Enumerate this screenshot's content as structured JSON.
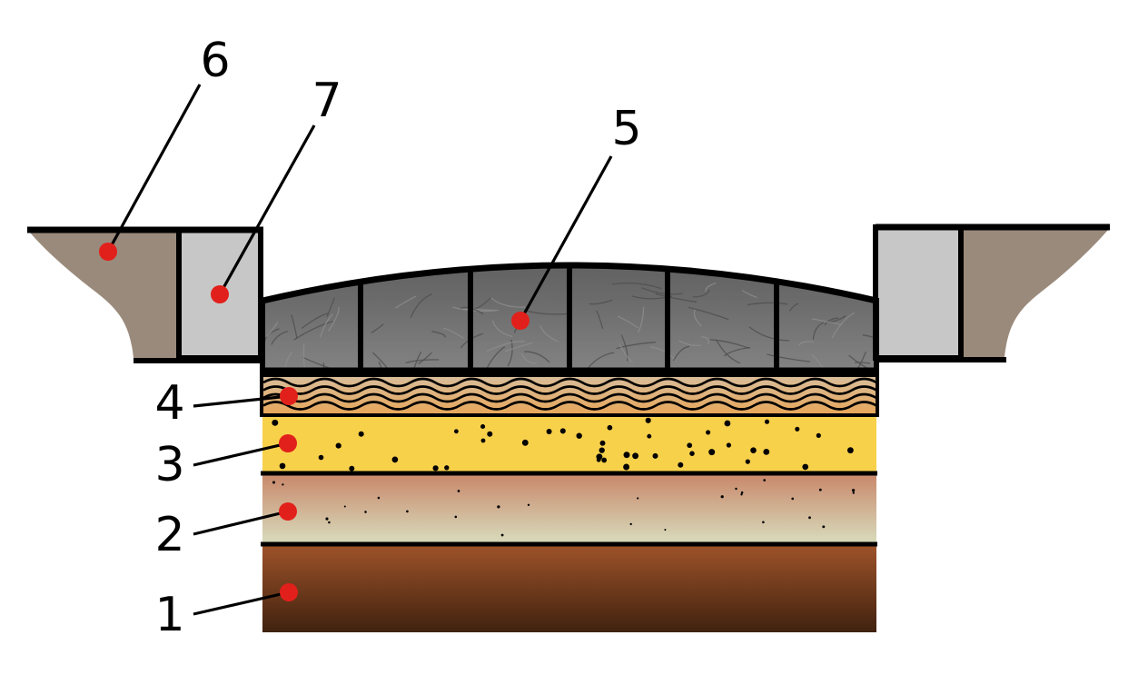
{
  "diagram": {
    "callouts": [
      {
        "number": "1"
      },
      {
        "number": "2"
      },
      {
        "number": "3"
      },
      {
        "number": "4"
      },
      {
        "number": "5"
      },
      {
        "number": "6"
      },
      {
        "number": "7"
      }
    ]
  },
  "colors": {
    "outline": "#000000",
    "marker_red": "#e2201b",
    "curb_stone": "#9a8a7b",
    "curb_block": "#c7c7c7",
    "paving_top": "#5a5a5a",
    "paving_bottom": "#828282",
    "scratch_dark": "#4f4f4f",
    "scratch_light": "#8d8d8d",
    "nucleus_top": "#d9bd99",
    "nucleus_bottom": "#e6a75c",
    "rudus_yellow": "#f8d14b",
    "statumen_top": "#ca8d70",
    "statumen_bottom": "#d6d5b6",
    "subsoil_top": "#9d5229",
    "subsoil_bottom": "#40220f"
  }
}
